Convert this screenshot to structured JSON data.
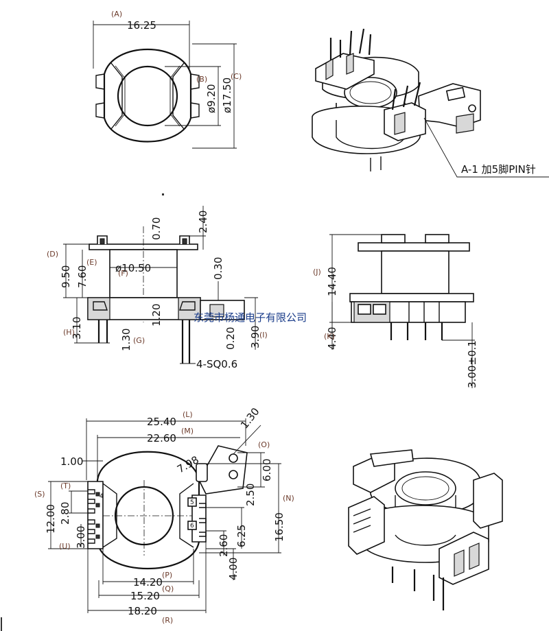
{
  "top_view": {
    "dim_width": "16.25",
    "tag_width": "(A)",
    "dim_inner_dia": "ø9.20",
    "tag_inner_dia": "(B)",
    "dim_outer_dia": "ø17.50",
    "tag_outer_dia": "(C)"
  },
  "iso_top": {
    "note": "A-1 加5脚PIN针"
  },
  "front_view": {
    "dim_total_h": "9.50",
    "tag_total_h": "(D)",
    "dim_body_h": "7.60",
    "tag_body_h": "(E)",
    "dim_core_dia": "ø10.50",
    "tag_core_dia": "(F)",
    "dim_flange_top": "0.70",
    "dim_top_offset": "2.40",
    "dim_gap": "0.30",
    "dim_pin_len": "3.10",
    "tag_pin_len": "(H)",
    "dim_pin_pitch": "1.30",
    "tag_pin_pitch": "(G)",
    "dim_mid": "1.20",
    "dim_small": "0.20",
    "dim_base_h": "3.90",
    "tag_base_h": "(I)",
    "dim_pin_sq": "4-SQ0.6"
  },
  "side_view": {
    "dim_height": "14.40",
    "tag_height": "(J)",
    "dim_base": "4.40",
    "tag_base": "(K)",
    "dim_pin": "3.00±0.1"
  },
  "bottom_view": {
    "dim_overall": "25.40",
    "tag_overall": "(L)",
    "dim_inner": "22.60",
    "tag_inner": "(M)",
    "dim_hole": "1.30",
    "dim_angle": "7.98",
    "tag_o": "(O)",
    "dim_slot": "6.00",
    "dim_slot_off": "2.50",
    "dim_height": "16.50",
    "tag_height": "(N)",
    "dim_left_off": "1.00",
    "dim_left_total": "12.00",
    "tag_left_total": "(S)",
    "dim_left_pitch": "2.80",
    "tag_left_pitch": "(T)",
    "dim_left_mid": "3.00",
    "tag_left_mid": "(U)",
    "dim_right_mid": "6.25",
    "dim_right_pitch": "2.60",
    "dim_right_low": "4.00",
    "dim_w1": "14.20",
    "tag_w1": "(P)",
    "dim_w2": "15.20",
    "tag_w2": "(Q)",
    "dim_w3": "18.20",
    "tag_w3": "(R)",
    "pin_4": "4",
    "pin_5": "5",
    "pin_6": "6"
  },
  "watermark": "东莞市杨通电子有限公司"
}
